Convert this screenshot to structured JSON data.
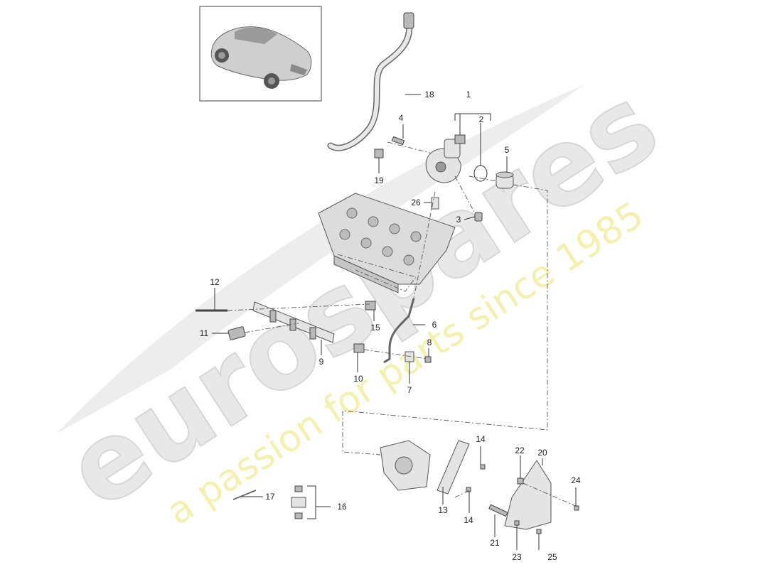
{
  "watermark": {
    "brand": "eurospares",
    "tagline": "a passion for parts since 1985"
  },
  "callouts": [
    {
      "id": "c1",
      "label": "1"
    },
    {
      "id": "c2",
      "label": "2"
    },
    {
      "id": "c3",
      "label": "3"
    },
    {
      "id": "c4",
      "label": "4"
    },
    {
      "id": "c5",
      "label": "5"
    },
    {
      "id": "c6",
      "label": "6"
    },
    {
      "id": "c7",
      "label": "7"
    },
    {
      "id": "c8",
      "label": "8"
    },
    {
      "id": "c9",
      "label": "9"
    },
    {
      "id": "c10",
      "label": "10"
    },
    {
      "id": "c11",
      "label": "11"
    },
    {
      "id": "c12",
      "label": "12"
    },
    {
      "id": "c13",
      "label": "13"
    },
    {
      "id": "c14a",
      "label": "14"
    },
    {
      "id": "c14b",
      "label": "14"
    },
    {
      "id": "c15",
      "label": "15"
    },
    {
      "id": "c16",
      "label": "16"
    },
    {
      "id": "c17",
      "label": "17"
    },
    {
      "id": "c18",
      "label": "18"
    },
    {
      "id": "c19",
      "label": "19"
    },
    {
      "id": "c20",
      "label": "20"
    },
    {
      "id": "c21",
      "label": "21"
    },
    {
      "id": "c22",
      "label": "22"
    },
    {
      "id": "c23",
      "label": "23"
    },
    {
      "id": "c24",
      "label": "24"
    },
    {
      "id": "c25",
      "label": "25"
    },
    {
      "id": "c26",
      "label": "26"
    }
  ],
  "colors": {
    "watermark_gray": "#d9d9d9",
    "watermark_yellow": "#f3f0a6",
    "line": "#333333",
    "part_fill": "#e4e4e4"
  }
}
